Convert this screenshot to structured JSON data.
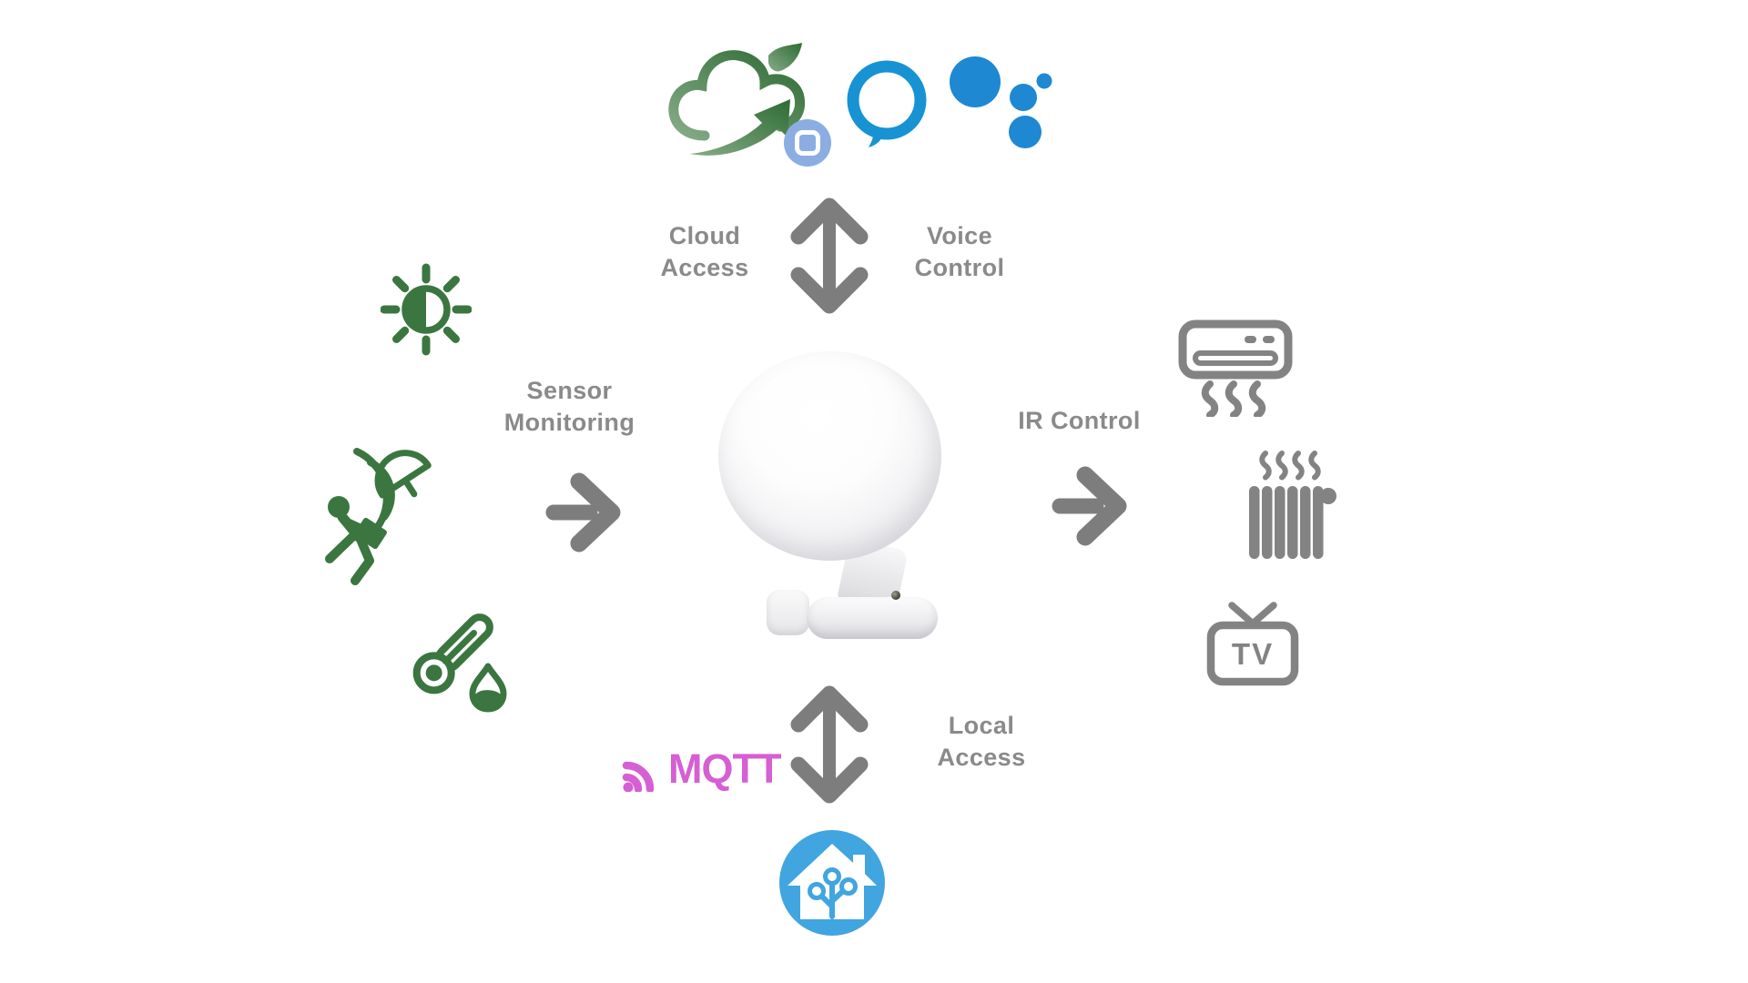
{
  "page": {
    "description": "Smart hub connectivity infographic: white spherical IR hub in center connected to cloud/voice services, sensors, IR appliances and local access",
    "background": "#ffffff"
  },
  "labels": {
    "cloud_access": "Cloud Access",
    "voice_control": "Voice Control",
    "sensor_monitoring": "Sensor Monitoring",
    "ir_control": "IR Control",
    "local_access": "Local Access",
    "mqtt": "MQTT",
    "tv": "TV"
  },
  "icons": {
    "cloud-sync-icon": "green cloud with sync arrow and blue app badge",
    "amazon-alexa-icon": "blue Alexa ring with speech tail",
    "google-assistant-icon": "four blue dots Google Assistant mark",
    "brightness-sensor-icon": "green sun with half-filled circle (light sensor)",
    "motion-sensor-icon": "green running person detected by PIR dome with arcs",
    "temperature-humidity-icon": "green diagonal thermometer with water droplet",
    "air-conditioner-icon": "gray AC unit with airflow waves",
    "radiator-icon": "gray radiator fins with heat waves",
    "tv-icon": "gray TV set with antenna and TV letters",
    "mqtt-signal-icon": "pink corner signal arcs",
    "home-assistant-icon": "blue circle with white house and circuit nodes",
    "double-arrow-vertical": "gray bidirectional vertical arrow",
    "arrow-right": "gray right-pointing arrow",
    "center-device": "white glossy sphere smart hub on white stand"
  },
  "colors": {
    "background": "#ffffff",
    "sensor-green": "#3b7640",
    "cloud-green-light": "#86ab88",
    "cloud-green-dark": "#2e6b33",
    "arrow-gray": "#7d7d7d",
    "label-gray": "#8a8a8a",
    "appliance-gray": "#838383",
    "alexa-blue": "#1793d3",
    "google-blue": "#1e88d2",
    "badge-blue": "#8bade2",
    "mqtt-pink": "#d65fd3",
    "home-assistant-blue": "#41a5e0"
  }
}
